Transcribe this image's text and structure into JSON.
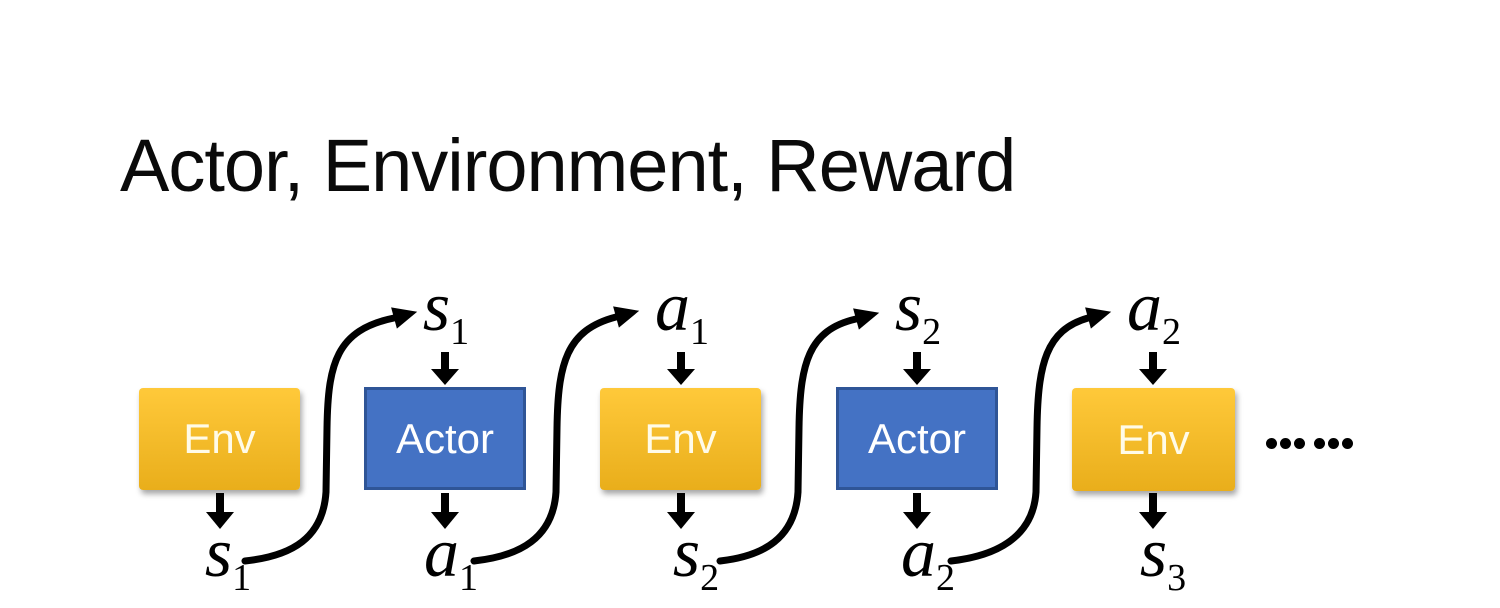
{
  "title": "Actor, Environment, Reward",
  "boxes": [
    {
      "label": "Env",
      "type": "environment"
    },
    {
      "label": "Actor",
      "type": "actor"
    },
    {
      "label": "Env",
      "type": "environment"
    },
    {
      "label": "Actor",
      "type": "actor"
    },
    {
      "label": "Env",
      "type": "environment"
    }
  ],
  "top_labels": [
    {
      "base": "s",
      "sub": "1"
    },
    {
      "base": "a",
      "sub": "1"
    },
    {
      "base": "s",
      "sub": "2"
    },
    {
      "base": "a",
      "sub": "2"
    }
  ],
  "bottom_labels": [
    {
      "base": "s",
      "sub": "1"
    },
    {
      "base": "a",
      "sub": "1"
    },
    {
      "base": "s",
      "sub": "2"
    },
    {
      "base": "a",
      "sub": "2"
    },
    {
      "base": "s",
      "sub": "3"
    }
  ],
  "ellipsis": "……",
  "colors": {
    "title_text": "#0a0a0a",
    "env_gradient_top": "#FFC93A",
    "env_gradient_bottom": "#E9AE1B",
    "env_text": "#FFFBE8",
    "actor_fill": "#4472C4",
    "actor_border": "#2F5597",
    "actor_text": "#FFFFFF",
    "arrow": "#000000"
  }
}
